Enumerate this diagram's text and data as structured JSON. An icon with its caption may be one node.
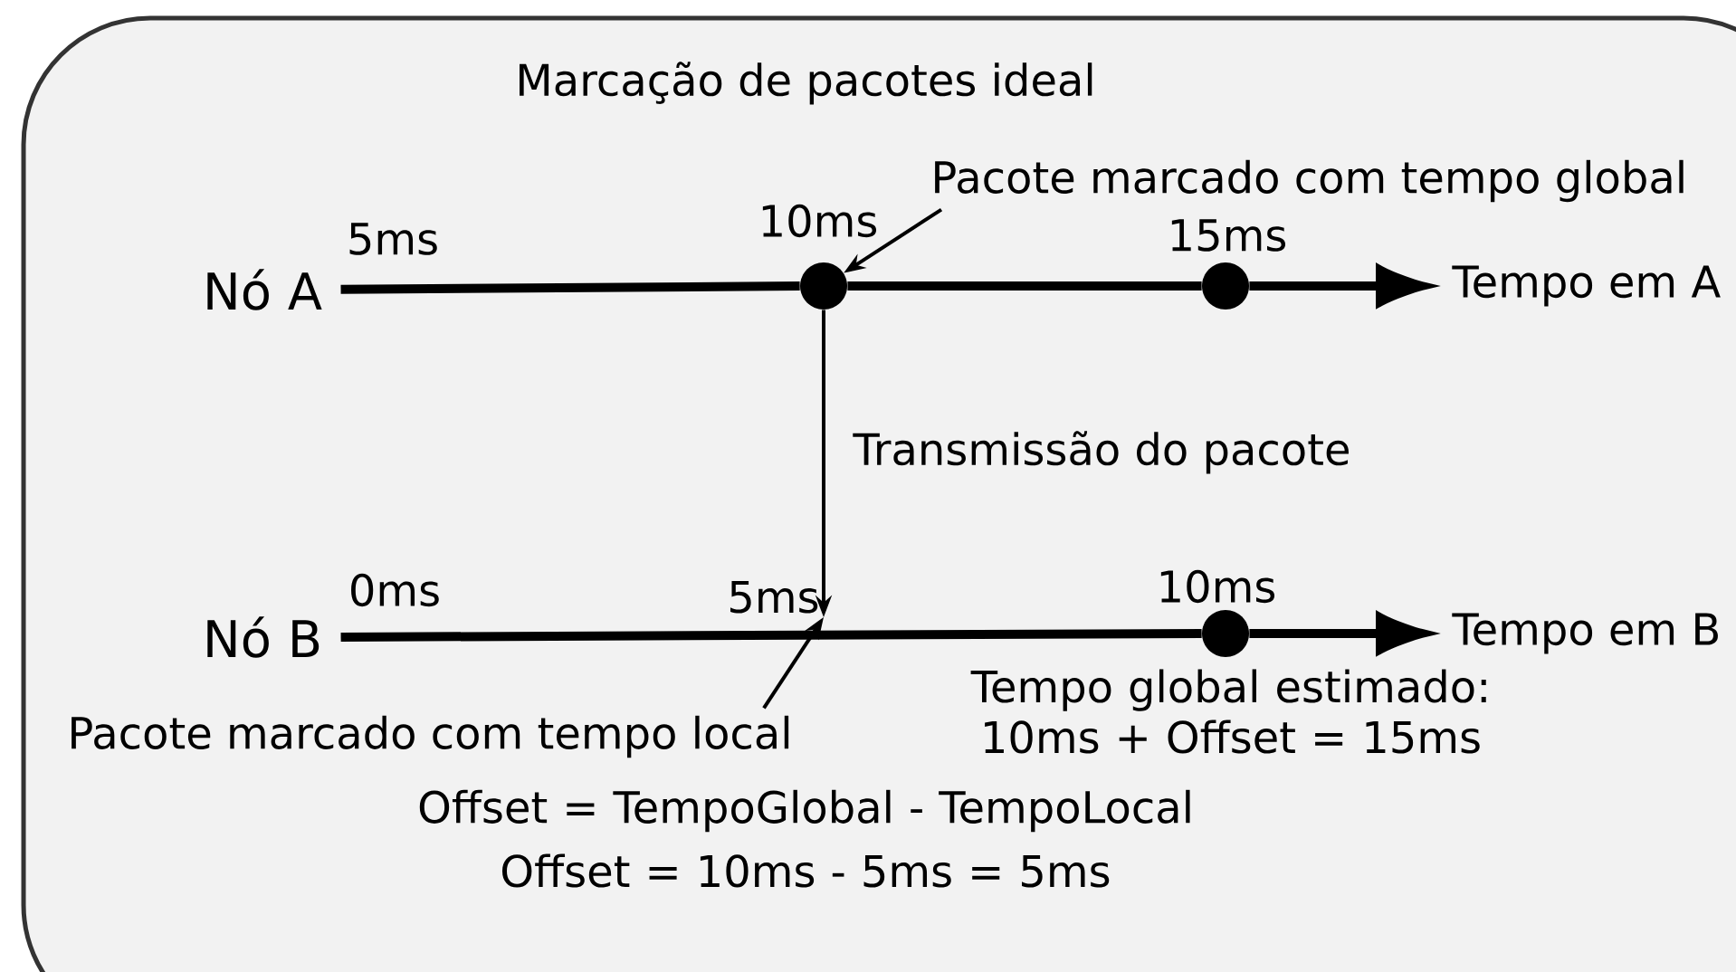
{
  "diagram": {
    "title": "Marcação de pacotes ideal",
    "nodes": [
      {
        "text": [
          "Nó A"
        ]
      },
      {
        "text": [],
        "shape": "circle",
        "beside": [
          "10ms"
        ]
      },
      {
        "text": [],
        "shape": "circle",
        "beside": [
          "15ms"
        ]
      },
      {
        "text": [
          "Tempo em A"
        ]
      },
      {
        "text": [
          "Pacote marcado com tempo global"
        ]
      },
      {
        "text": [
          "Nó B"
        ]
      },
      {
        "text": [],
        "shape": "circle",
        "beside": [
          "10ms"
        ]
      },
      {
        "text": [
          "Tempo em B"
        ]
      },
      {
        "text": [
          "Pacote marcado com tempo local"
        ]
      },
      {
        "text": [
          "5ms"
        ]
      }
    ],
    "edges": [
      {
        "from": 0,
        "to": 1,
        "arrow": "none"
      },
      {
        "from": 1,
        "to": 2,
        "arrow": "none"
      },
      {
        "from": 2,
        "to": 3,
        "arrow": "to"
      },
      {
        "from": 5,
        "to": 6,
        "arrow": "none"
      },
      {
        "from": 6,
        "to": 7,
        "arrow": "to"
      },
      {
        "from": 1,
        "to": 9,
        "arrow": "to",
        "label": "Transmissão do pacote"
      },
      {
        "from": 4,
        "to": 1,
        "arrow": "to"
      },
      {
        "from": 8,
        "to": 9,
        "arrow": "to"
      }
    ],
    "labels": [
      "5ms",
      "0ms",
      "Tempo global estimado: 10ms + Offset = 15ms",
      "Offset = TempoGlobal - TempoLocal",
      "Offset = 10ms - 5ms = 5ms"
    ]
  }
}
